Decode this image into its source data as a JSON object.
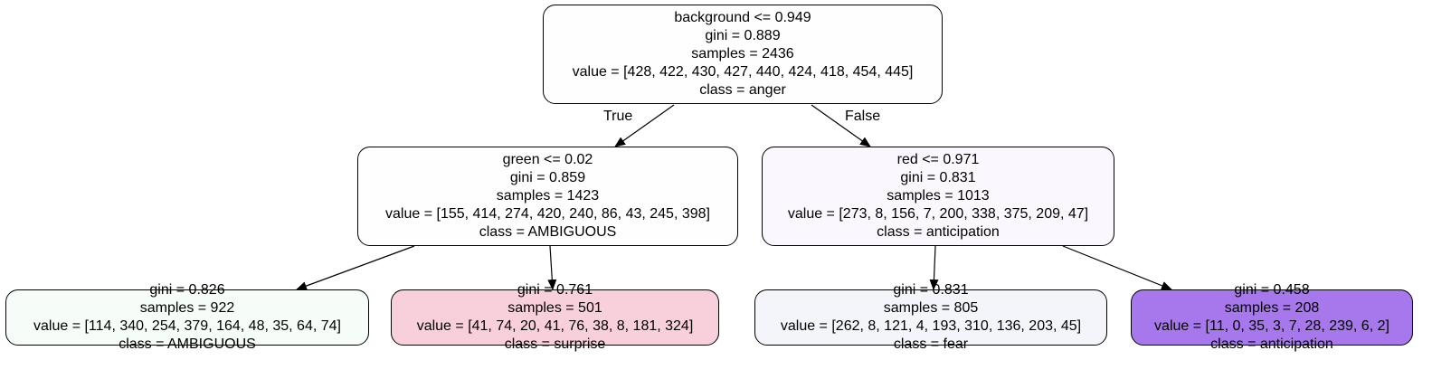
{
  "tree": {
    "nodes": [
      {
        "id": "root",
        "lines": [
          "background <= 0.949",
          "gini = 0.889",
          "samples = 2436",
          "value = [428, 422, 430, 427, 440, 424, 418, 454, 445]",
          "class = anger"
        ],
        "fill": "#fefefe"
      },
      {
        "id": "left",
        "lines": [
          "green <= 0.02",
          "gini = 0.859",
          "samples = 1423",
          "value = [155, 414, 274, 420, 240, 86, 43, 245, 398]",
          "class = AMBIGUOUS"
        ],
        "fill": "#fefefe"
      },
      {
        "id": "right",
        "lines": [
          "red <= 0.971",
          "gini = 0.831",
          "samples = 1013",
          "value = [273, 8, 156, 7, 200, 338, 375, 209, 47]",
          "class = anticipation"
        ],
        "fill": "#faf8fe"
      },
      {
        "id": "ll",
        "lines": [
          "gini = 0.826",
          "samples = 922",
          "value = [114, 340, 254, 379, 164, 48, 35, 64, 74]",
          "class = AMBIGUOUS"
        ],
        "fill": "#f6fdf8"
      },
      {
        "id": "lr",
        "lines": [
          "gini = 0.761",
          "samples = 501",
          "value = [41, 74, 20, 41, 76, 38, 8, 181, 324]",
          "class = surprise"
        ],
        "fill": "#f8d0dc"
      },
      {
        "id": "rl",
        "lines": [
          "gini = 0.831",
          "samples = 805",
          "value = [262, 8, 121, 4, 193, 310, 136, 203, 45]",
          "class = fear"
        ],
        "fill": "#f4f5fb"
      },
      {
        "id": "rr",
        "lines": [
          "gini = 0.458",
          "samples = 208",
          "value = [11, 0, 35, 3, 7, 28, 239, 6, 2]",
          "class = anticipation"
        ],
        "fill": "#a678ec"
      }
    ],
    "edges": [
      {
        "from": "root",
        "to": "left",
        "label": "True"
      },
      {
        "from": "root",
        "to": "right",
        "label": "False"
      },
      {
        "from": "left",
        "to": "ll",
        "label": ""
      },
      {
        "from": "left",
        "to": "lr",
        "label": ""
      },
      {
        "from": "right",
        "to": "rl",
        "label": ""
      },
      {
        "from": "right",
        "to": "rr",
        "label": ""
      }
    ]
  }
}
